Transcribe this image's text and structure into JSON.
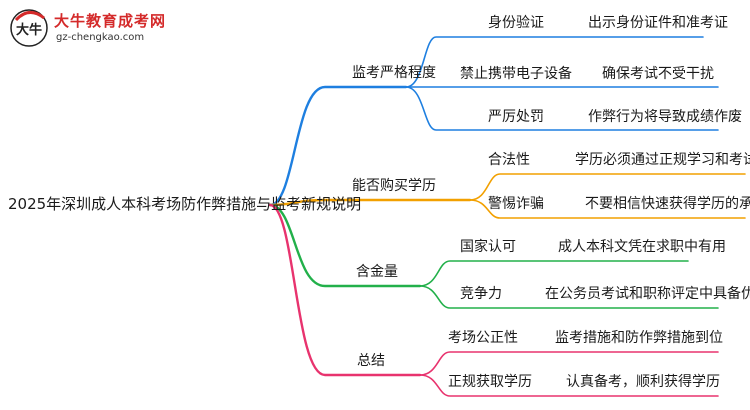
{
  "logo": {
    "badge_text": "大牛",
    "name": "大牛教育成考网",
    "url": "gz-chengkao.com"
  },
  "mindmap": {
    "root": "2025年深圳成人本科考场防作弊措施与监考新规说明",
    "branches": [
      {
        "label": "监考严格程度",
        "color": "#1e7fe0",
        "children": [
          {
            "label": "身份验证",
            "detail": "出示身份证件和准考证"
          },
          {
            "label": "禁止携带电子设备",
            "detail": "确保考试不受干扰"
          },
          {
            "label": "严厉处罚",
            "detail": "作弊行为将导致成绩作废"
          }
        ]
      },
      {
        "label": "能否购买学历",
        "color": "#f2a000",
        "children": [
          {
            "label": "合法性",
            "detail": "学历必须通过正规学习和考试获取"
          },
          {
            "label": "警惕诈骗",
            "detail": "不要相信快速获得学历的承诺"
          }
        ]
      },
      {
        "label": "含金量",
        "color": "#22b04a",
        "children": [
          {
            "label": "国家认可",
            "detail": "成人本科文凭在求职中有用"
          },
          {
            "label": "竞争力",
            "detail": "在公务员考试和职称评定中具备优势"
          }
        ]
      },
      {
        "label": "总结",
        "color": "#e8336e",
        "children": [
          {
            "label": "考场公正性",
            "detail": "监考措施和防作弊措施到位"
          },
          {
            "label": "正规获取学历",
            "detail": "认真备考，顺利获得学历"
          }
        ]
      }
    ]
  }
}
